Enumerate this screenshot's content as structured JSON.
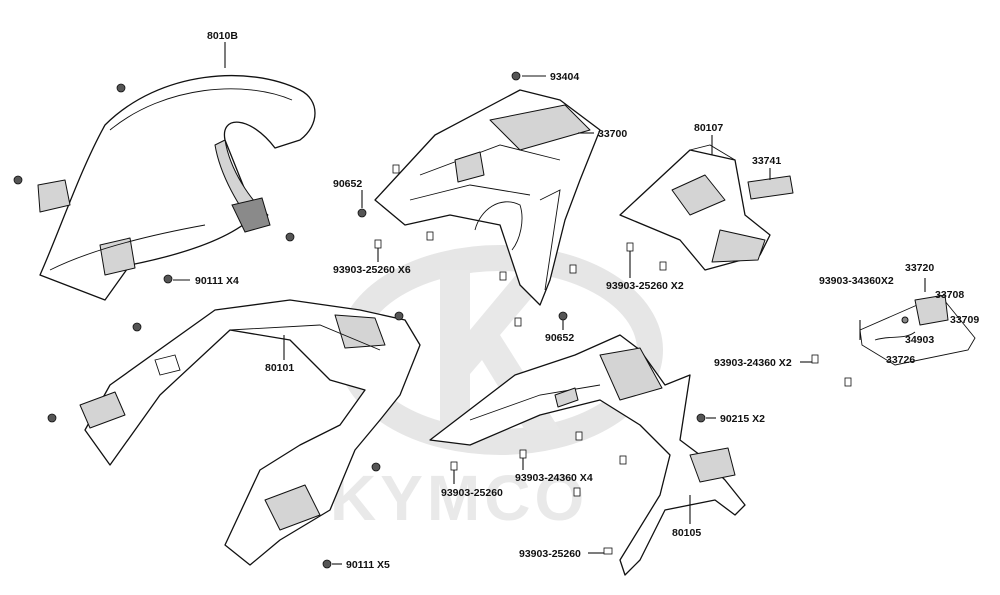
{
  "watermark": {
    "brand": "KYMCO"
  },
  "labels": {
    "l_8010B": "8010B",
    "l_93404": "93404",
    "l_33700": "33700",
    "l_80107": "80107",
    "l_33741": "33741",
    "l_90652_top": "90652",
    "l_93903_25260_x6": "93903-25260 X6",
    "l_90111_x4": "90111  X4",
    "l_93903_25260_x2": "93903-25260 X2",
    "l_33720": "33720",
    "l_93903_34360_x2": "93903-34360X2",
    "l_33708": "33708",
    "l_33709": "33709",
    "l_34903": "34903",
    "l_33726": "33726",
    "l_80101": "80101",
    "l_90652_bottom": "90652",
    "l_93903_24360_x2": "93903-24360 X2",
    "l_90215_x2": "90215  X2",
    "l_93903_25260_single": "93903-25260",
    "l_93903_24360_x4": "93903-24360 X4",
    "l_80105": "80105",
    "l_93903_25260_bottom": "93903-25260",
    "l_90111_x5": "90111  X5"
  },
  "colors": {
    "line": "#111111",
    "watermark": "#e6e6e6",
    "shade": "#d4d4d4"
  }
}
